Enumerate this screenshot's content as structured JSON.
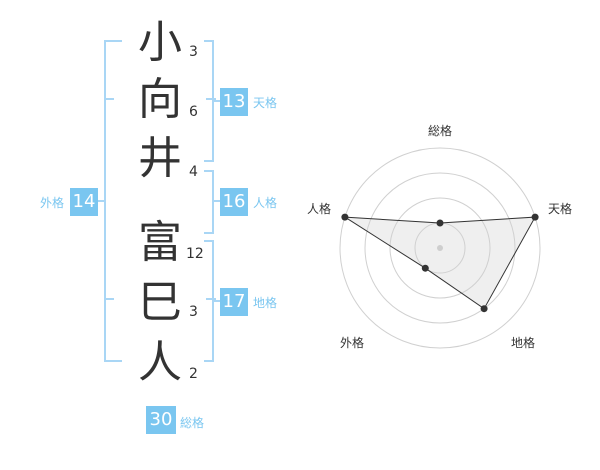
{
  "name": {
    "characters": [
      {
        "char": "小",
        "strokes": "3"
      },
      {
        "char": "向",
        "strokes": "6"
      },
      {
        "char": "井",
        "strokes": "4"
      },
      {
        "char": "富",
        "strokes": "12"
      },
      {
        "char": "巳",
        "strokes": "3"
      },
      {
        "char": "人",
        "strokes": "2"
      }
    ]
  },
  "fortunes": {
    "tenkaku": {
      "label": "天格",
      "value": "13"
    },
    "jinkaku": {
      "label": "人格",
      "value": "16"
    },
    "chikaku": {
      "label": "地格",
      "value": "17"
    },
    "gaikaku": {
      "label": "外格",
      "value": "14"
    },
    "soukaku": {
      "label": "総格",
      "value": "30"
    }
  },
  "radar": {
    "axes": [
      "総格",
      "天格",
      "地格",
      "外格",
      "人格"
    ],
    "levels": [
      1,
      4,
      3,
      1,
      4
    ],
    "max": 4
  },
  "colors": {
    "accent": "#7ac6f0",
    "bracket": "#a9d6f5",
    "text": "#333333"
  }
}
